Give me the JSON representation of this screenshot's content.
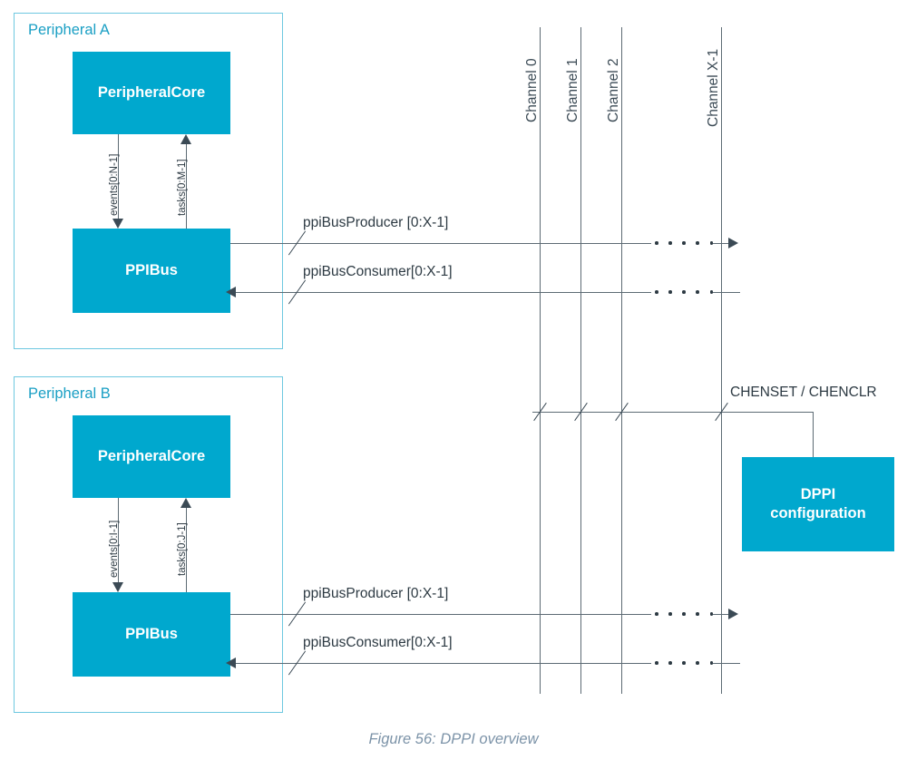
{
  "figure": {
    "caption": "Figure 56: DPPI overview",
    "accent_teal": "#00a8ce",
    "frame_blue": "#6ec8e0",
    "title_blue": "#1a9fc4",
    "line_gray": "#5d6b74",
    "caption_color": "#7c93a8"
  },
  "channels": {
    "labels": [
      "Channel 0",
      "Channel 1",
      "Channel 2",
      "Channel X-1"
    ],
    "ellipsis_dots": 5
  },
  "peripherals": [
    {
      "title": "Peripheral A",
      "core_label": "PeripheralCore",
      "bus_label": "PPIBus",
      "events_label": "events[0:N-1]",
      "tasks_label": "tasks[0:M-1]",
      "producer_label": "ppiBusProducer [0:X-1]",
      "consumer_label": "ppiBusConsumer[0:X-1]"
    },
    {
      "title": "Peripheral B",
      "core_label": "PeripheralCore",
      "bus_label": "PPIBus",
      "events_label": "events[0:I-1]",
      "tasks_label": "tasks[0:J-1]",
      "producer_label": "ppiBusProducer [0:X-1]",
      "consumer_label": "ppiBusConsumer[0:X-1]"
    }
  ],
  "config": {
    "chen_label": "CHENSET / CHENCLR",
    "box_line1": "DPPI",
    "box_line2": "configuration",
    "box_label": "DPPI configuration"
  }
}
